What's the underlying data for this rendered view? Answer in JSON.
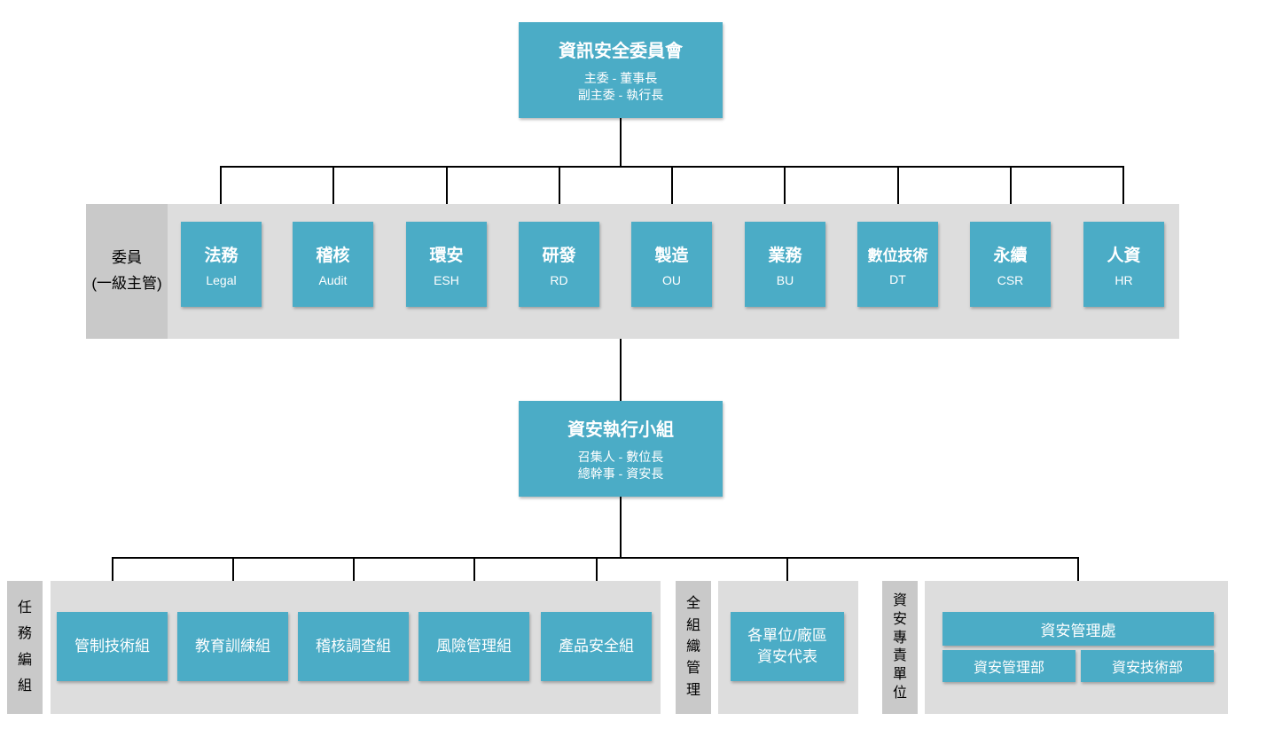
{
  "colors": {
    "node_teal": "#4BACC6",
    "band_gray": "#DDDDDD",
    "label_gray": "#C9C9C9",
    "line_black": "#000000",
    "node_text": "#FFFFFF",
    "label_text": "#000000"
  },
  "top_committee": {
    "title": "資訊安全委員會",
    "line1": "主委 - 董事長",
    "line2": "副主委 - 執行長"
  },
  "committee_row": {
    "label_line1": "委員",
    "label_line2": "(一級主管)",
    "members": [
      {
        "title": "法務",
        "abbr": "Legal"
      },
      {
        "title": "稽核",
        "abbr": "Audit"
      },
      {
        "title": "環安",
        "abbr": "ESH"
      },
      {
        "title": "研發",
        "abbr": "RD"
      },
      {
        "title": "製造",
        "abbr": "OU"
      },
      {
        "title": "業務",
        "abbr": "BU"
      },
      {
        "title": "數位技術",
        "abbr": "DT"
      },
      {
        "title": "永續",
        "abbr": "CSR"
      },
      {
        "title": "人資",
        "abbr": "HR"
      }
    ]
  },
  "exec_team": {
    "title": "資安執行小組",
    "line1": "召集人 - 數位長",
    "line2": "總幹事 - 資安長"
  },
  "task_force": {
    "label": "任務編組",
    "groups": [
      "管制技術組",
      "教育訓練組",
      "稽核調查組",
      "風險管理組",
      "產品安全組"
    ]
  },
  "org_wide": {
    "label": "全組織管理",
    "rep_line1": "各單位/廠區",
    "rep_line2": "資安代表"
  },
  "dedicated_unit": {
    "label": "資安專責單位",
    "division": "資安管理處",
    "departments": [
      "資安管理部",
      "資安技術部"
    ]
  }
}
